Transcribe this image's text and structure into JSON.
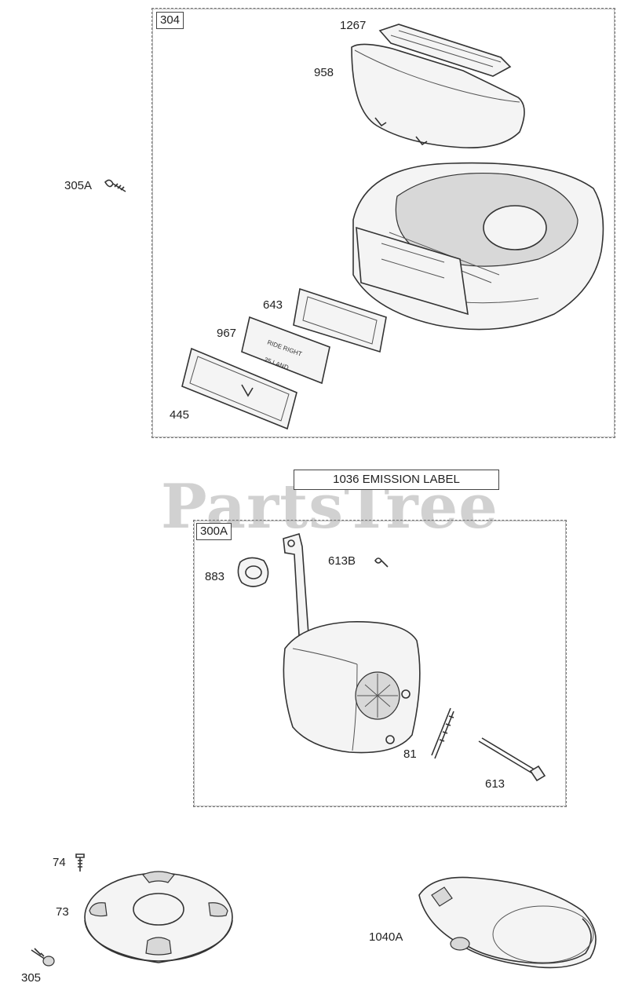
{
  "watermark": "PartsTree",
  "groups": {
    "group_304": {
      "tag": "304"
    },
    "group_300a": {
      "tag": "300A"
    }
  },
  "emission_label": "1036 EMISSION LABEL",
  "callouts": {
    "p1267": "1267",
    "p958": "958",
    "p305a": "305A",
    "p643": "643",
    "p967": "967",
    "p445": "445",
    "p883": "883",
    "p613b": "613B",
    "p81": "81",
    "p613": "613",
    "p74": "74",
    "p73": "73",
    "p305": "305",
    "p1040a": "1040A"
  },
  "decal_text": {
    "line1": "RIDE RIGHT",
    "line2": "25 LAND"
  },
  "colors": {
    "ink": "#333333",
    "frame": "#777777",
    "watermark": "#c9c9c9",
    "part_fill": "#f4f4f4"
  }
}
